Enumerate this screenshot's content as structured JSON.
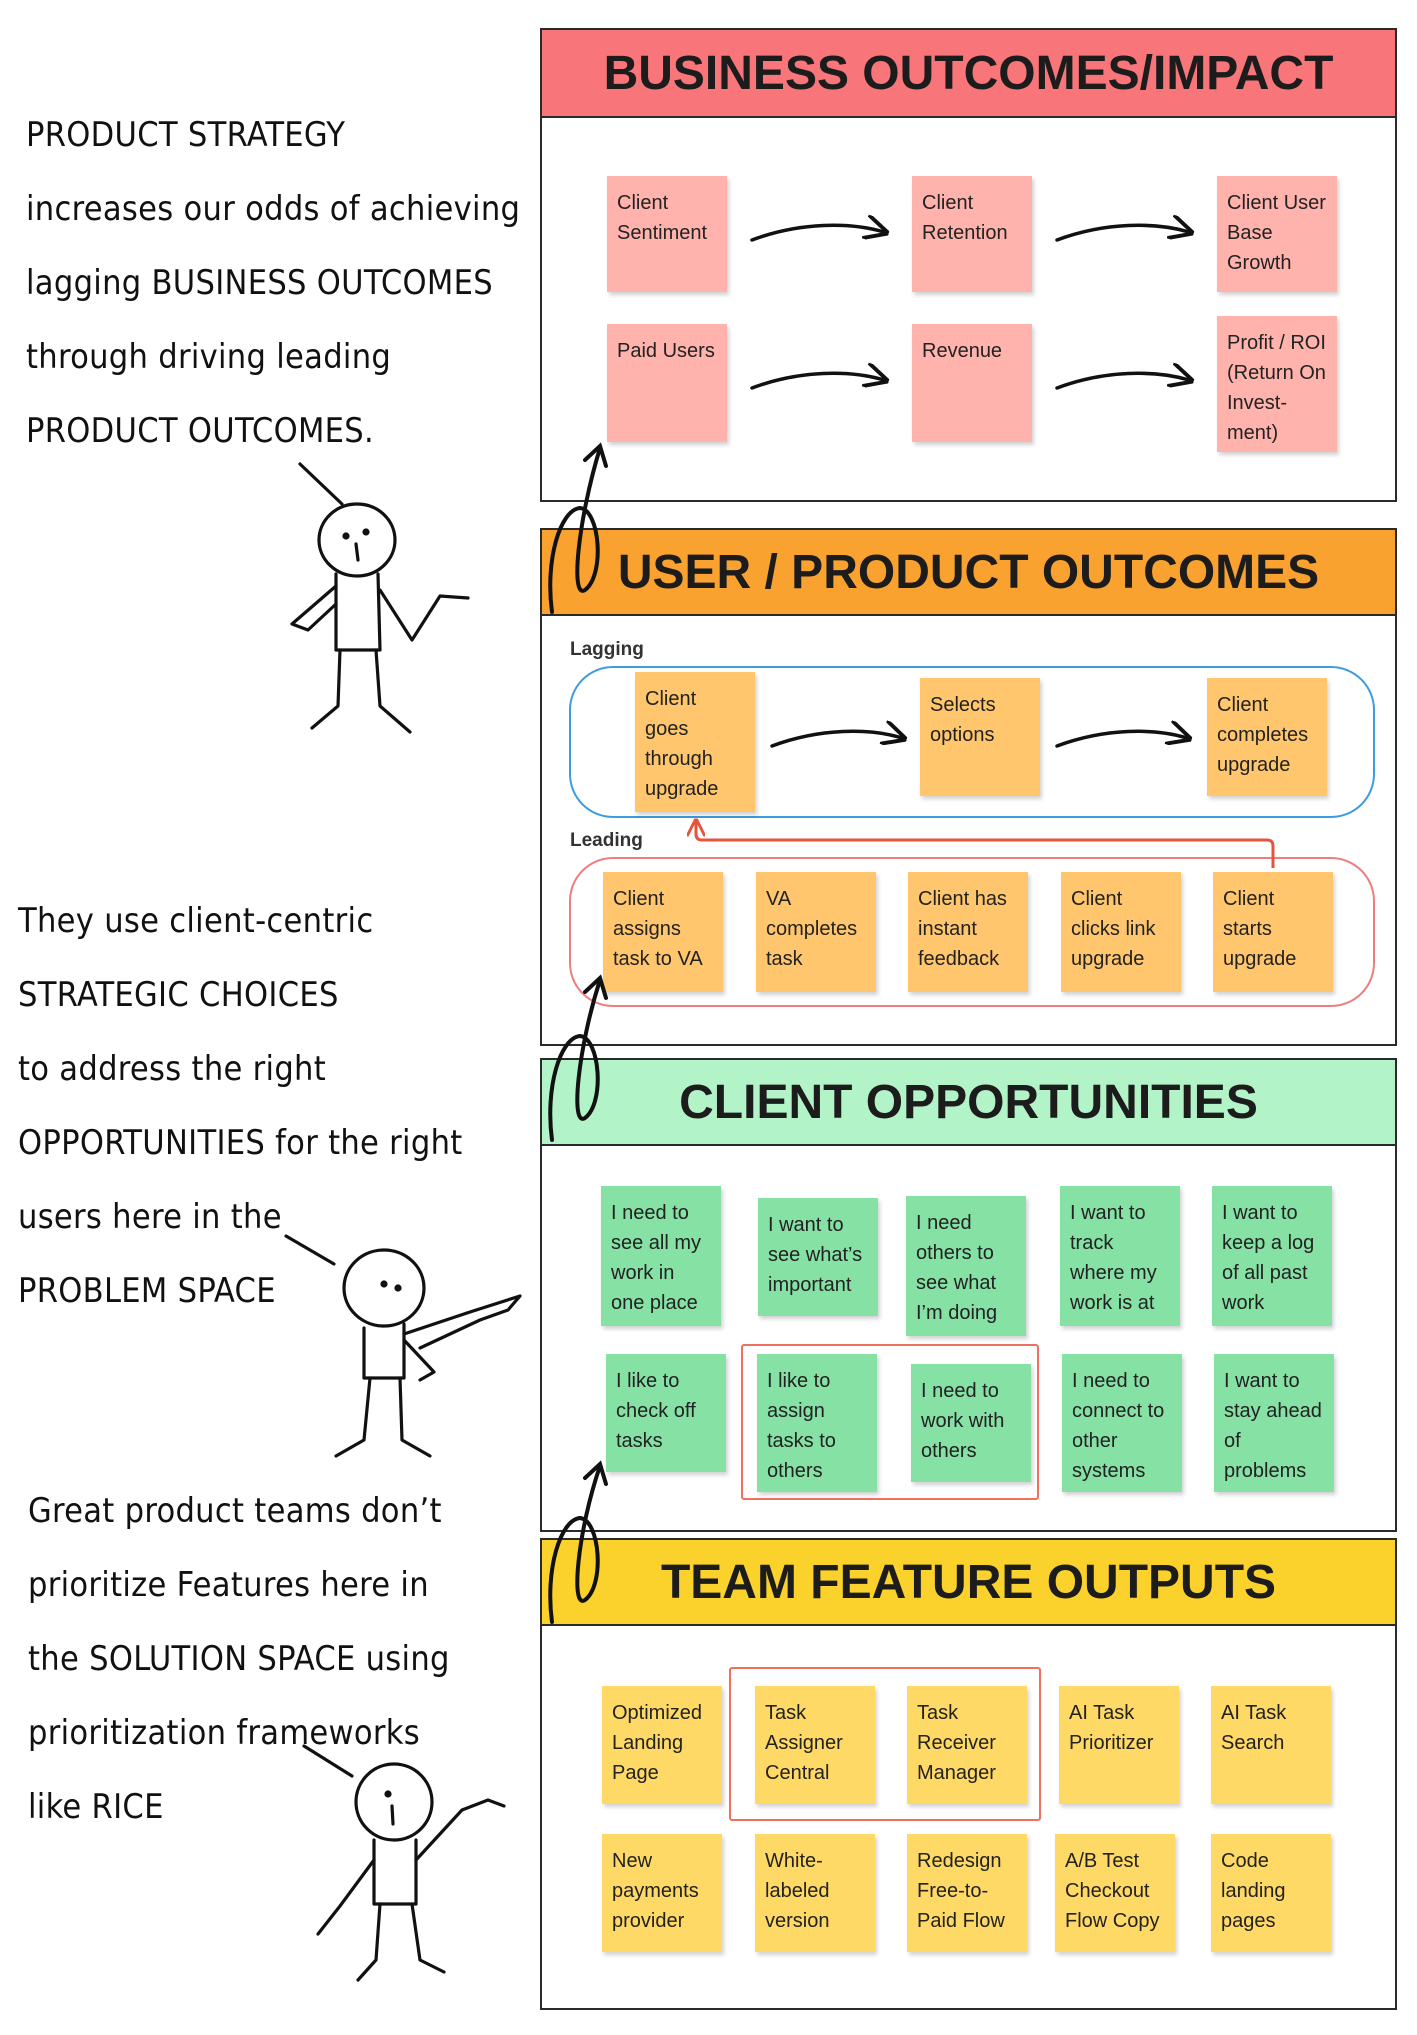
{
  "left_text": {
    "block1": [
      "PRODUCT STRATEGY",
      "increases our odds of achieving",
      "lagging BUSINESS OUTCOMES",
      "through driving leading",
      "PRODUCT OUTCOMES."
    ],
    "block2": [
      "They use client-centric",
      "STRATEGIC CHOICES",
      "to address the right",
      "OPPORTUNITIES for the right",
      "users here in the",
      "PROBLEM SPACE"
    ],
    "block3": [
      "Great product teams don’t",
      "prioritize Features here in",
      "the SOLUTION SPACE using",
      "prioritization frameworks",
      "like RICE"
    ]
  },
  "business": {
    "title": "BUSINESS OUTCOMES/IMPACT",
    "color": "#f87579",
    "notes": [
      "Client Sentiment",
      "Client Retention",
      "Client User Base Growth",
      "Paid Users",
      "Revenue",
      "Profit / ROI (Return On Invest-ment)"
    ]
  },
  "product": {
    "title": "USER / PRODUCT OUTCOMES",
    "color": "#f9a230",
    "lagging_label": "Lagging",
    "leading_label": "Leading",
    "lagging_notes": [
      "Client goes through upgrade",
      "Selects options",
      "Client completes upgrade"
    ],
    "leading_notes": [
      "Client assigns task to VA",
      "VA completes task",
      "Client has instant feedback",
      "Client clicks link upgrade",
      "Client starts upgrade"
    ]
  },
  "opportunities": {
    "title": "CLIENT OPPORTUNITIES",
    "color": "#b2f3c8",
    "notes": [
      "I need to see all my work in one place",
      "I want to see what’s important",
      "I need others to see what I’m doing",
      "I want to track where my work is at",
      "I want to keep a log of all past work",
      "I like to check off tasks",
      "I like to assign tasks to others",
      "I need to work with others",
      "I need to connect to other systems",
      "I want to stay ahead of problems"
    ]
  },
  "features": {
    "title": "TEAM FEATURE OUTPUTS",
    "color": "#fbd12b",
    "notes": [
      "Optimized Landing Page",
      "Task Assigner Central",
      "Task Receiver Manager",
      "AI Task Prioritizer",
      "AI Task Search",
      "New payments provider",
      "White-labeled version",
      "Redesign Free-to-Paid Flow",
      "A/B Test Checkout Flow Copy",
      "Code landing pages"
    ]
  }
}
